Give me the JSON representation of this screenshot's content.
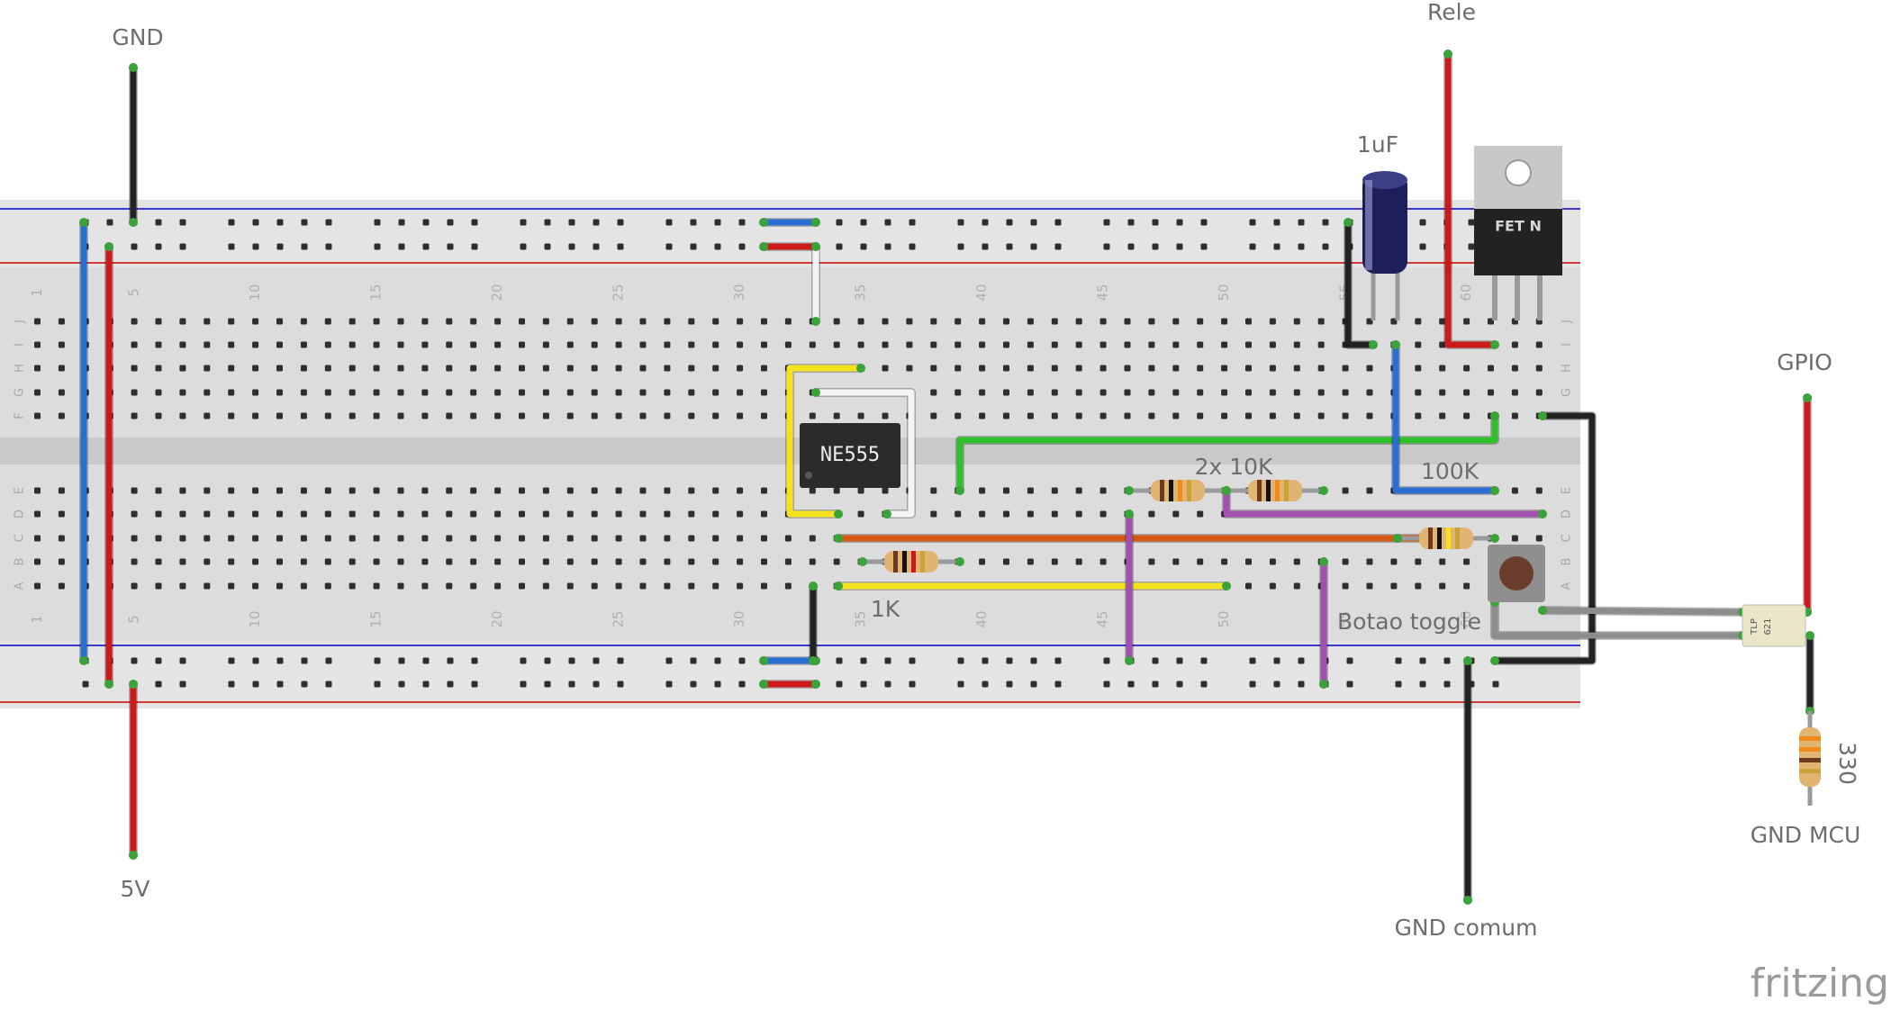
{
  "labels": {
    "gnd_top": "GND",
    "v5": "5V",
    "rele": "Rele",
    "cap": "1uF",
    "gpio": "GPIO",
    "res_2x10k": "2x 10K",
    "res_100k": "100K",
    "res_1k": "1K",
    "button": "Botao toggle",
    "gnd_comum": "GND comum",
    "gnd_mcu": "GND MCU",
    "res_330": "330"
  },
  "chips": {
    "ne555": "NE555",
    "fet": "FET N",
    "tlp_a": "TLP",
    "tlp_b": "621"
  },
  "breadboard": {
    "row_letters_top": [
      "J",
      "I",
      "H",
      "G",
      "F"
    ],
    "row_letters_bottom": [
      "E",
      "D",
      "C",
      "B",
      "A"
    ],
    "column_numbers": [
      "1",
      "5",
      "10",
      "15",
      "20",
      "25",
      "30",
      "35",
      "40",
      "45",
      "50",
      "55",
      "60"
    ]
  },
  "wire_colors": {
    "black": "#222222",
    "red": "#cc1a1a",
    "blue": "#2a6ed2",
    "yellow": "#f3e21d",
    "green": "#2ec12b",
    "purple": "#a24fb0",
    "orange": "#d45a13",
    "white": "#f4f4f4",
    "gray": "#8d8d8d"
  },
  "brand": "fritzing"
}
